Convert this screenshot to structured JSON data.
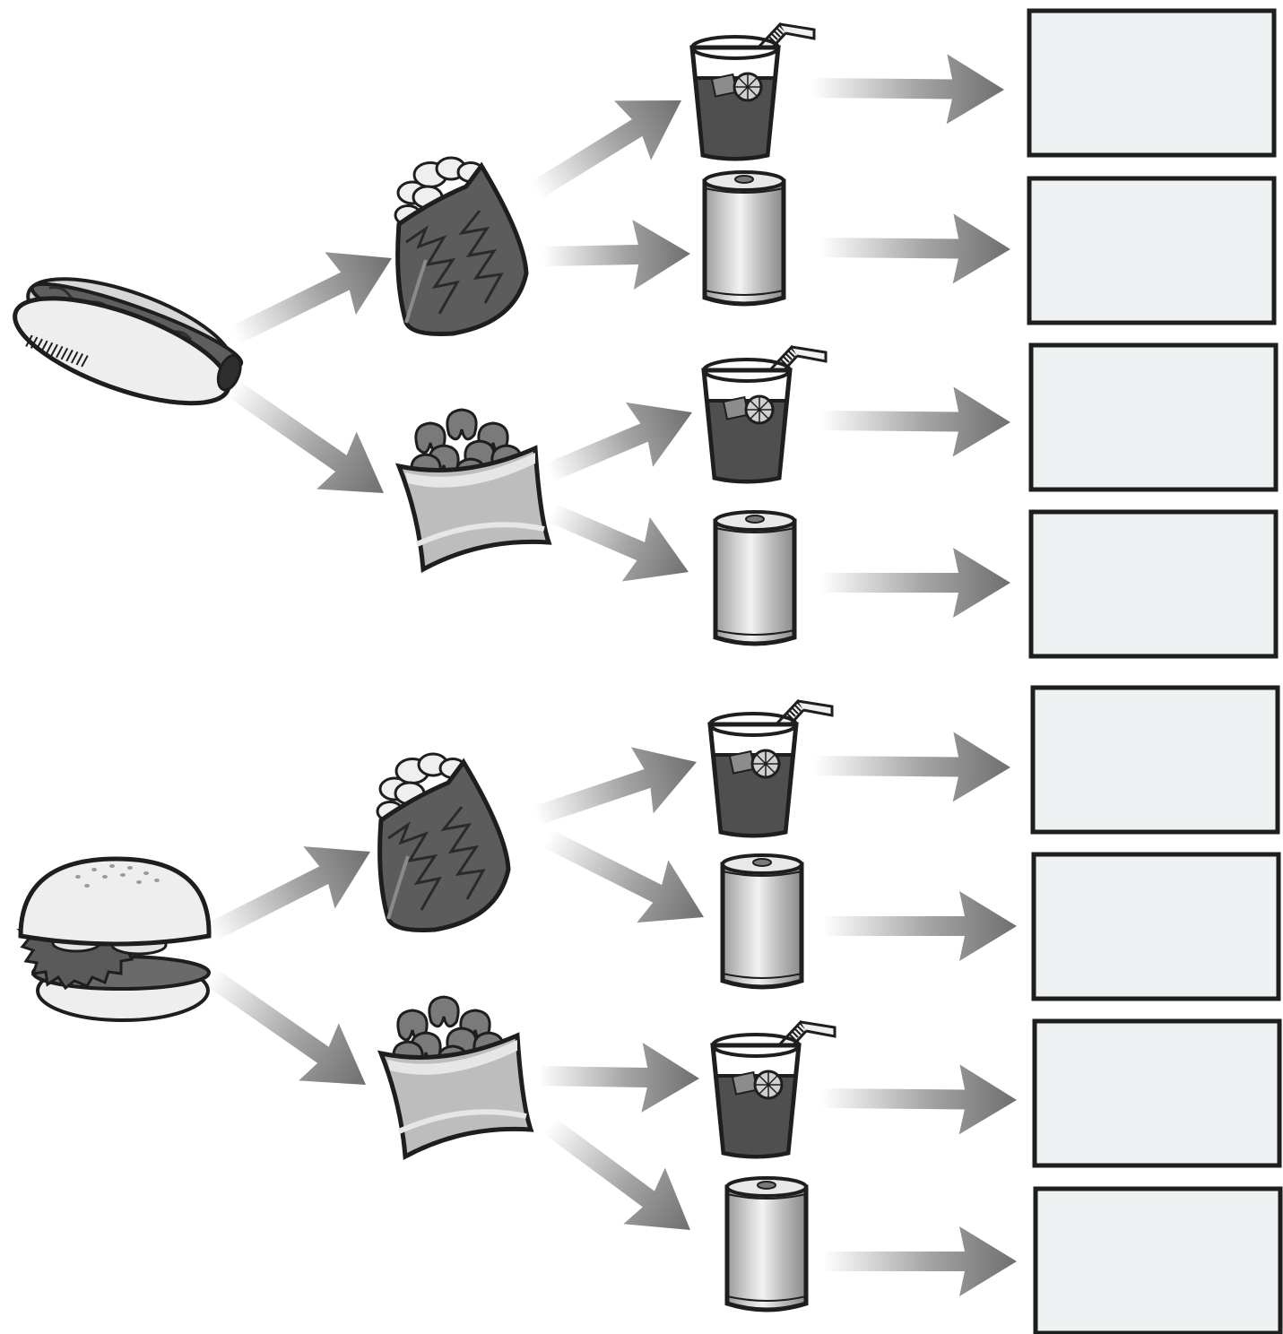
{
  "diagram": {
    "kind": "tree-diagram",
    "stages": [
      "main",
      "snack",
      "drink",
      "outcome"
    ],
    "colors": {
      "arrow_dark": "#6f6f6f",
      "arrow_light": "#ffffff",
      "outline": "#1e1e1e",
      "box_fill": "#eef1f2",
      "bun": "#eeeeee",
      "chip_bag": "#5c5c5c",
      "pretzel_bag": "#bdbdbd",
      "drink": "#4f4f4f",
      "can": "#c8c8c8"
    },
    "groups": [
      {
        "main": {
          "icon": "hot-dog-icon"
        },
        "branches": [
          {
            "snack": {
              "icon": "chips-bag-icon"
            },
            "drinks": [
              {
                "icon": "drink-cup-icon",
                "answer": ""
              },
              {
                "icon": "soda-can-icon",
                "answer": ""
              }
            ]
          },
          {
            "snack": {
              "icon": "pretzel-bag-icon"
            },
            "drinks": [
              {
                "icon": "drink-cup-icon",
                "answer": ""
              },
              {
                "icon": "soda-can-icon",
                "answer": ""
              }
            ]
          }
        ]
      },
      {
        "main": {
          "icon": "hamburger-icon"
        },
        "branches": [
          {
            "snack": {
              "icon": "chips-bag-icon"
            },
            "drinks": [
              {
                "icon": "drink-cup-icon",
                "answer": ""
              },
              {
                "icon": "soda-can-icon",
                "answer": ""
              }
            ]
          },
          {
            "snack": {
              "icon": "pretzel-bag-icon"
            },
            "drinks": [
              {
                "icon": "drink-cup-icon",
                "answer": ""
              },
              {
                "icon": "soda-can-icon",
                "answer": ""
              }
            ]
          }
        ]
      }
    ]
  }
}
